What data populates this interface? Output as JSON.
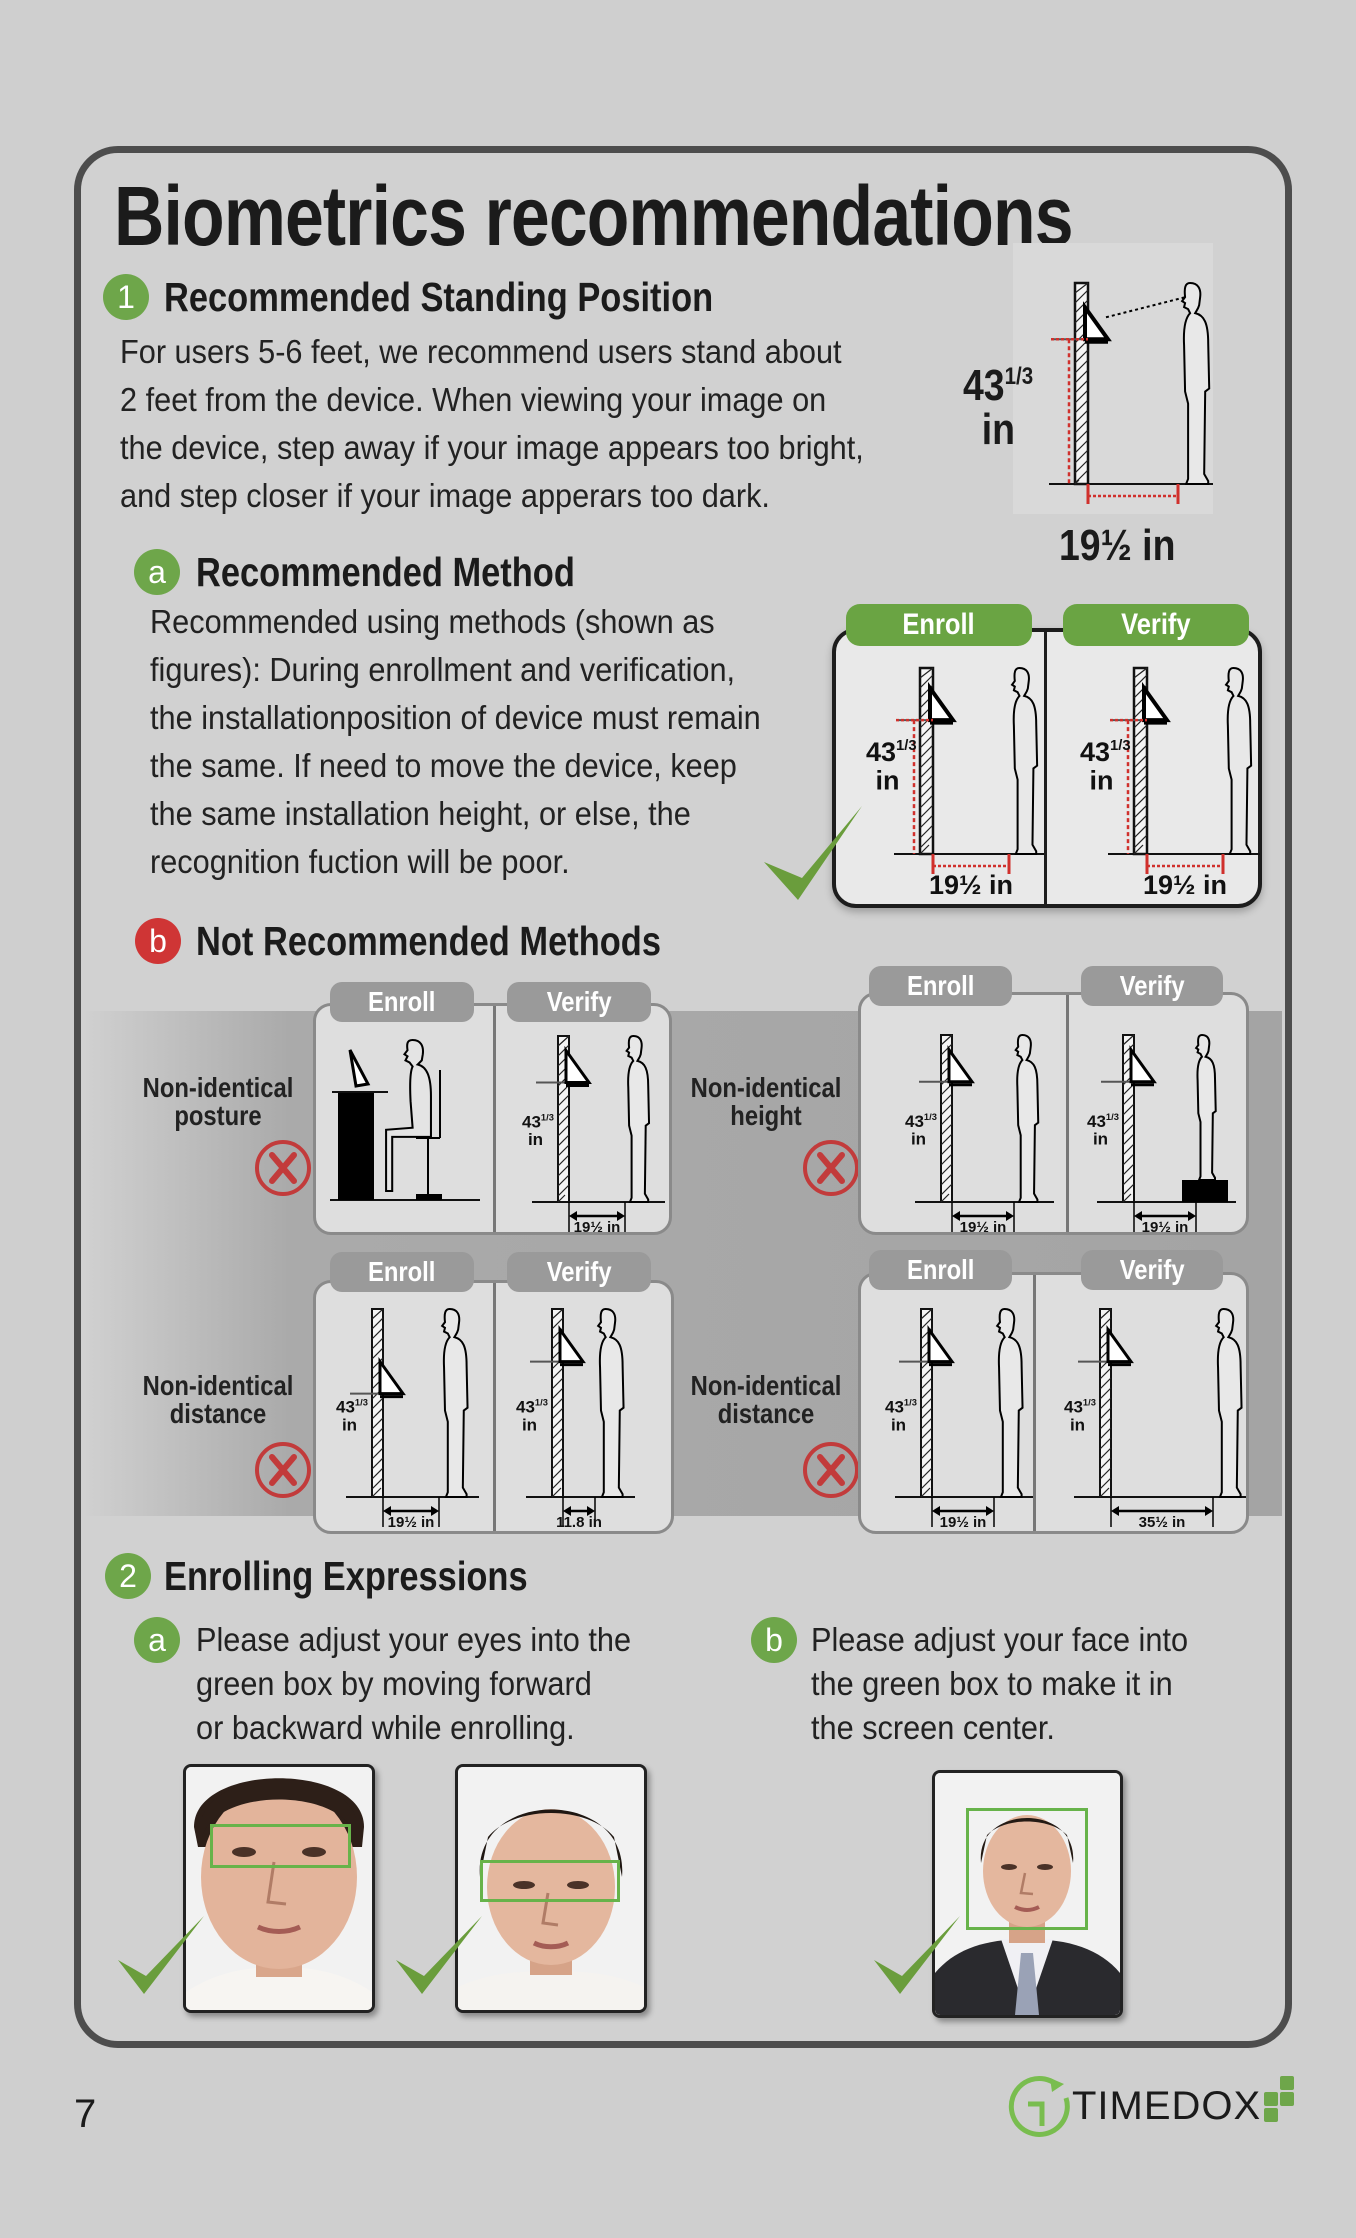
{
  "title": "Biometrics recommendations",
  "section1": {
    "number": "1",
    "heading": "Recommended Standing Position",
    "lines": [
      "For users 5-6 feet, we recommend users stand about",
      "2 feet from the device. When viewing your image on",
      "the device, step away if your image appears too bright,",
      "and step closer if your image apperars too dark."
    ],
    "figure": {
      "height": "43",
      "height_frac": "1/3",
      "height_unit": "in",
      "distance": "19½ in"
    }
  },
  "method_a": {
    "marker": "a",
    "heading": "Recommended Method",
    "lines": [
      "Recommended using methods (shown as",
      "figures): During enrollment and verification,",
      "the installationposition of device must remain",
      "the same. If need to move the device, keep",
      "the same installation height, or else, the",
      "recognition fuction will be poor."
    ],
    "enroll_tab": "Enroll",
    "verify_tab": "Verify",
    "enroll": {
      "height": "43",
      "frac": "1/3",
      "unit": "in",
      "distance": "19½ in"
    },
    "verify": {
      "height": "43",
      "frac": "1/3",
      "unit": "in",
      "distance": "19½ in"
    }
  },
  "method_b": {
    "marker": "b",
    "heading": "Not Recommended Methods",
    "cases": [
      {
        "label": [
          "Non-identical",
          "posture"
        ],
        "enroll_tab": "Enroll",
        "verify_tab": "Verify",
        "verify": {
          "height": "43",
          "frac": "1/3",
          "unit": "in",
          "distance": "19½ in"
        }
      },
      {
        "label": [
          "Non-identical",
          "height"
        ],
        "enroll_tab": "Enroll",
        "verify_tab": "Verify",
        "enroll": {
          "height": "43",
          "frac": "1/3",
          "unit": "in",
          "distance": "19½ in"
        },
        "verify": {
          "height": "43",
          "frac": "1/3",
          "unit": "in",
          "distance": "19½ in"
        }
      },
      {
        "label": [
          "Non-identical",
          "distance"
        ],
        "enroll_tab": "Enroll",
        "verify_tab": "Verify",
        "enroll": {
          "height": "43",
          "frac": "1/3",
          "unit": "in",
          "distance": "19½ in"
        },
        "verify": {
          "height": "43",
          "frac": "1/3",
          "unit": "in",
          "distance": "11.8 in"
        }
      },
      {
        "label": [
          "Non-identical",
          "distance"
        ],
        "enroll_tab": "Enroll",
        "verify_tab": "Verify",
        "enroll": {
          "height": "43",
          "frac": "1/3",
          "unit": "in",
          "distance": "19½ in"
        },
        "verify": {
          "height": "43",
          "frac": "1/3",
          "unit": "in",
          "distance": "35½ in"
        }
      }
    ]
  },
  "section2": {
    "number": "2",
    "heading": "Enrolling Expressions",
    "a": {
      "marker": "a",
      "lines": [
        "Please adjust your eyes into the",
        "green box by moving forward",
        "or backward while enrolling."
      ]
    },
    "b": {
      "marker": "b",
      "lines": [
        "Please adjust your face into",
        "the green box to make it in",
        "the screen center."
      ]
    }
  },
  "page_number": "7",
  "brand": "TIMEDOX",
  "colors": {
    "accent_green": "#6ea64a",
    "alert_red": "#cf3535",
    "guide_box": "#67b34a",
    "frame": "#4d4d4d"
  }
}
